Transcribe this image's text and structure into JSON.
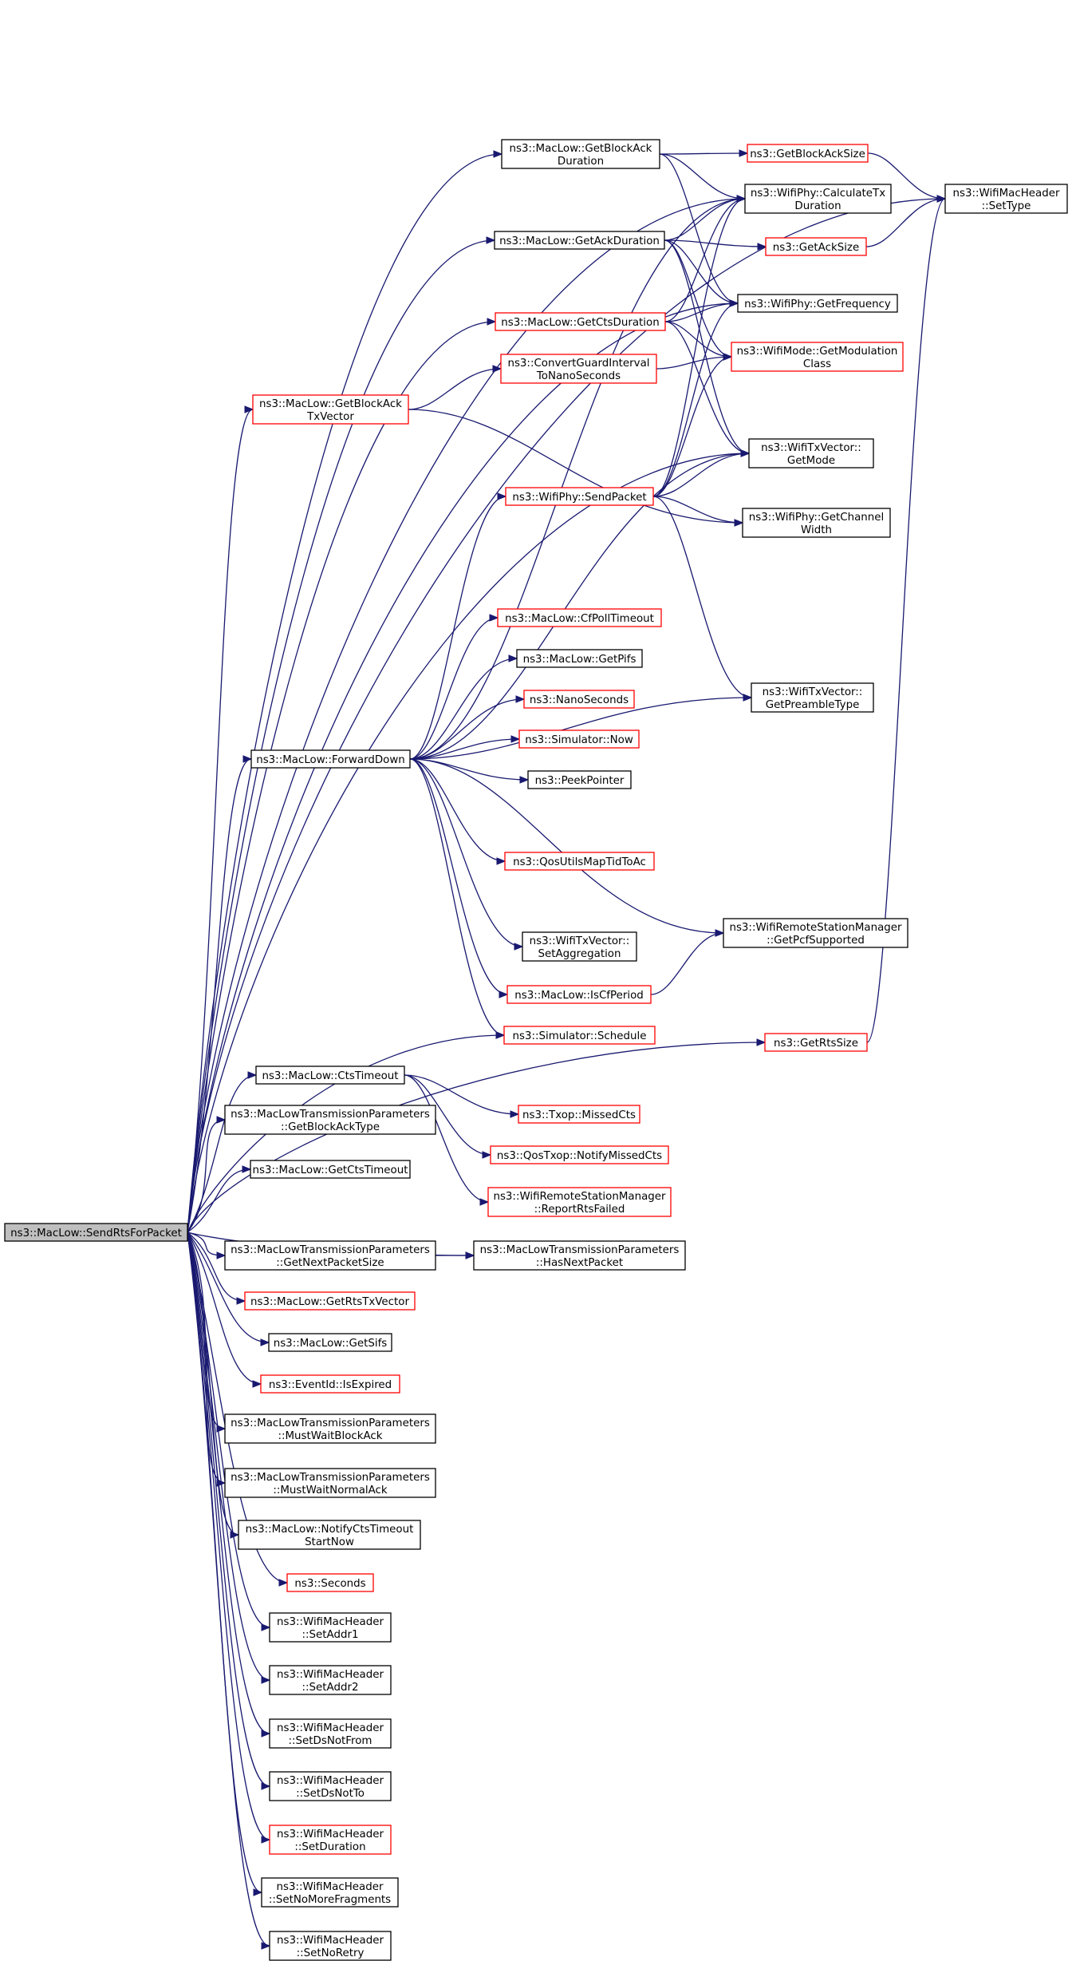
{
  "nodes": [
    {
      "id": "root",
      "lines": [
        "ns3::MacLow::SendRtsForPacket"
      ],
      "border": "root"
    },
    {
      "id": "getBlockAckDuration",
      "lines": [
        "ns3::MacLow::GetBlockAck",
        "Duration"
      ],
      "border": "normal"
    },
    {
      "id": "getBlockAckSize",
      "lines": [
        "ns3::GetBlockAckSize"
      ],
      "border": "red"
    },
    {
      "id": "setType",
      "lines": [
        "ns3::WifiMacHeader",
        "::SetType"
      ],
      "border": "normal"
    },
    {
      "id": "calculateTxDuration",
      "lines": [
        "ns3::WifiPhy::CalculateTx",
        "Duration"
      ],
      "border": "normal"
    },
    {
      "id": "getAckDuration",
      "lines": [
        "ns3::MacLow::GetAckDuration"
      ],
      "border": "normal"
    },
    {
      "id": "getAckSize",
      "lines": [
        "ns3::GetAckSize"
      ],
      "border": "red"
    },
    {
      "id": "getFrequency",
      "lines": [
        "ns3::WifiPhy::GetFrequency"
      ],
      "border": "normal"
    },
    {
      "id": "getCtsDuration",
      "lines": [
        "ns3::MacLow::GetCtsDuration"
      ],
      "border": "red"
    },
    {
      "id": "getModulationClass",
      "lines": [
        "ns3::WifiMode::GetModulation",
        "Class"
      ],
      "border": "red"
    },
    {
      "id": "convertGuard",
      "lines": [
        "ns3::ConvertGuardInterval",
        "ToNanoSeconds"
      ],
      "border": "red"
    },
    {
      "id": "getBlockAckTxVector",
      "lines": [
        "ns3::MacLow::GetBlockAck",
        "TxVector"
      ],
      "border": "red"
    },
    {
      "id": "getMode",
      "lines": [
        "ns3::WifiTxVector::",
        "GetMode"
      ],
      "border": "normal"
    },
    {
      "id": "sendPacket",
      "lines": [
        "ns3::WifiPhy::SendPacket"
      ],
      "border": "red"
    },
    {
      "id": "getChannelWidth",
      "lines": [
        "ns3::WifiPhy::GetChannel",
        "Width"
      ],
      "border": "normal"
    },
    {
      "id": "cfPollTimeout",
      "lines": [
        "ns3::MacLow::CfPollTimeout"
      ],
      "border": "red"
    },
    {
      "id": "getPifs",
      "lines": [
        "ns3::MacLow::GetPifs"
      ],
      "border": "normal"
    },
    {
      "id": "nanoSeconds",
      "lines": [
        "ns3::NanoSeconds"
      ],
      "border": "red"
    },
    {
      "id": "getPreambleType",
      "lines": [
        "ns3::WifiTxVector::",
        "GetPreambleType"
      ],
      "border": "normal"
    },
    {
      "id": "simulatorNow",
      "lines": [
        "ns3::Simulator::Now"
      ],
      "border": "red"
    },
    {
      "id": "forwardDown",
      "lines": [
        "ns3::MacLow::ForwardDown"
      ],
      "border": "normal"
    },
    {
      "id": "peekPointer",
      "lines": [
        "ns3::PeekPointer"
      ],
      "border": "normal"
    },
    {
      "id": "qosUtils",
      "lines": [
        "ns3::QosUtilsMapTidToAc"
      ],
      "border": "red"
    },
    {
      "id": "getPcfSupported",
      "lines": [
        "ns3::WifiRemoteStationManager",
        "::GetPcfSupported"
      ],
      "border": "normal"
    },
    {
      "id": "setAggregation",
      "lines": [
        "ns3::WifiTxVector::",
        "SetAggregation"
      ],
      "border": "normal"
    },
    {
      "id": "isCfPeriod",
      "lines": [
        "ns3::MacLow::IsCfPeriod"
      ],
      "border": "red"
    },
    {
      "id": "simulatorSchedule",
      "lines": [
        "ns3::Simulator::Schedule"
      ],
      "border": "red"
    },
    {
      "id": "getRtsSize",
      "lines": [
        "ns3::GetRtsSize"
      ],
      "border": "red"
    },
    {
      "id": "ctsTimeout",
      "lines": [
        "ns3::MacLow::CtsTimeout"
      ],
      "border": "normal"
    },
    {
      "id": "missedCts",
      "lines": [
        "ns3::Txop::MissedCts"
      ],
      "border": "red"
    },
    {
      "id": "getBlockAckType",
      "lines": [
        "ns3::MacLowTransmissionParameters",
        "::GetBlockAckType"
      ],
      "border": "normal"
    },
    {
      "id": "notifyMissedCts",
      "lines": [
        "ns3::QosTxop::NotifyMissedCts"
      ],
      "border": "red"
    },
    {
      "id": "getCtsTimeout",
      "lines": [
        "ns3::MacLow::GetCtsTimeout"
      ],
      "border": "normal"
    },
    {
      "id": "reportRtsFailed",
      "lines": [
        "ns3::WifiRemoteStationManager",
        "::ReportRtsFailed"
      ],
      "border": "red"
    },
    {
      "id": "getNextPacketSize",
      "lines": [
        "ns3::MacLowTransmissionParameters",
        "::GetNextPacketSize"
      ],
      "border": "normal"
    },
    {
      "id": "hasNextPacket",
      "lines": [
        "ns3::MacLowTransmissionParameters",
        "::HasNextPacket"
      ],
      "border": "normal"
    },
    {
      "id": "getRtsTxVector",
      "lines": [
        "ns3::MacLow::GetRtsTxVector"
      ],
      "border": "red"
    },
    {
      "id": "getSifs",
      "lines": [
        "ns3::MacLow::GetSifs"
      ],
      "border": "normal"
    },
    {
      "id": "isExpired",
      "lines": [
        "ns3::EventId::IsExpired"
      ],
      "border": "red"
    },
    {
      "id": "mustWaitBlockAck",
      "lines": [
        "ns3::MacLowTransmissionParameters",
        "::MustWaitBlockAck"
      ],
      "border": "normal"
    },
    {
      "id": "mustWaitNormalAck",
      "lines": [
        "ns3::MacLowTransmissionParameters",
        "::MustWaitNormalAck"
      ],
      "border": "normal"
    },
    {
      "id": "notifyCtsTimeout",
      "lines": [
        "ns3::MacLow::NotifyCtsTimeout",
        "StartNow"
      ],
      "border": "normal"
    },
    {
      "id": "seconds",
      "lines": [
        "ns3::Seconds"
      ],
      "border": "red"
    },
    {
      "id": "setAddr1",
      "lines": [
        "ns3::WifiMacHeader",
        "::SetAddr1"
      ],
      "border": "normal"
    },
    {
      "id": "setAddr2",
      "lines": [
        "ns3::WifiMacHeader",
        "::SetAddr2"
      ],
      "border": "normal"
    },
    {
      "id": "setDsNotFrom",
      "lines": [
        "ns3::WifiMacHeader",
        "::SetDsNotFrom"
      ],
      "border": "normal"
    },
    {
      "id": "setDsNotTo",
      "lines": [
        "ns3::WifiMacHeader",
        "::SetDsNotTo"
      ],
      "border": "normal"
    },
    {
      "id": "setDuration",
      "lines": [
        "ns3::WifiMacHeader",
        "::SetDuration"
      ],
      "border": "red"
    },
    {
      "id": "setNoMoreFragments",
      "lines": [
        "ns3::WifiMacHeader",
        "::SetNoMoreFragments"
      ],
      "border": "normal"
    },
    {
      "id": "setNoRetry",
      "lines": [
        "ns3::WifiMacHeader",
        "::SetNoRetry"
      ],
      "border": "normal"
    }
  ],
  "edges": [
    [
      "root",
      "setType"
    ],
    [
      "root",
      "calculateTxDuration"
    ],
    [
      "root",
      "getBlockAckDuration"
    ],
    [
      "root",
      "getAckDuration"
    ],
    [
      "root",
      "getFrequency"
    ],
    [
      "root",
      "getCtsDuration"
    ],
    [
      "root",
      "getBlockAckTxVector"
    ],
    [
      "root",
      "getMode"
    ],
    [
      "root",
      "forwardDown"
    ],
    [
      "root",
      "simulatorSchedule"
    ],
    [
      "root",
      "getRtsSize"
    ],
    [
      "root",
      "ctsTimeout"
    ],
    [
      "root",
      "getBlockAckType"
    ],
    [
      "root",
      "getCtsTimeout"
    ],
    [
      "root",
      "hasNextPacket"
    ],
    [
      "root",
      "getNextPacketSize"
    ],
    [
      "root",
      "getRtsTxVector"
    ],
    [
      "root",
      "getSifs"
    ],
    [
      "root",
      "isExpired"
    ],
    [
      "root",
      "mustWaitBlockAck"
    ],
    [
      "root",
      "mustWaitNormalAck"
    ],
    [
      "root",
      "notifyCtsTimeout"
    ],
    [
      "root",
      "seconds"
    ],
    [
      "root",
      "setAddr1"
    ],
    [
      "root",
      "setAddr2"
    ],
    [
      "root",
      "setDsNotFrom"
    ],
    [
      "root",
      "setDsNotTo"
    ],
    [
      "root",
      "setDuration"
    ],
    [
      "root",
      "setNoMoreFragments"
    ],
    [
      "root",
      "setNoRetry"
    ],
    [
      "getBlockAckDuration",
      "getBlockAckSize"
    ],
    [
      "getBlockAckDuration",
      "calculateTxDuration"
    ],
    [
      "getBlockAckDuration",
      "getFrequency"
    ],
    [
      "getBlockAckSize",
      "setType"
    ],
    [
      "getAckSize",
      "setType"
    ],
    [
      "getRtsSize",
      "setType"
    ],
    [
      "getAckDuration",
      "calculateTxDuration"
    ],
    [
      "getAckDuration",
      "getAckSize"
    ],
    [
      "getAckDuration",
      "getFrequency"
    ],
    [
      "getAckDuration",
      "getModulationClass"
    ],
    [
      "getAckDuration",
      "getMode"
    ],
    [
      "getCtsDuration",
      "calculateTxDuration"
    ],
    [
      "getCtsDuration",
      "getFrequency"
    ],
    [
      "getCtsDuration",
      "getModulationClass"
    ],
    [
      "getCtsDuration",
      "getMode"
    ],
    [
      "convertGuard",
      "getModulationClass"
    ],
    [
      "getBlockAckTxVector",
      "convertGuard"
    ],
    [
      "getBlockAckTxVector",
      "getChannelWidth"
    ],
    [
      "sendPacket",
      "calculateTxDuration"
    ],
    [
      "sendPacket",
      "getFrequency"
    ],
    [
      "sendPacket",
      "getModulationClass"
    ],
    [
      "sendPacket",
      "getMode"
    ],
    [
      "sendPacket",
      "getChannelWidth"
    ],
    [
      "sendPacket",
      "getPreambleType"
    ],
    [
      "forwardDown",
      "calculateTxDuration"
    ],
    [
      "forwardDown",
      "sendPacket"
    ],
    [
      "forwardDown",
      "getMode"
    ],
    [
      "forwardDown",
      "cfPollTimeout"
    ],
    [
      "forwardDown",
      "getPifs"
    ],
    [
      "forwardDown",
      "nanoSeconds"
    ],
    [
      "forwardDown",
      "simulatorNow"
    ],
    [
      "forwardDown",
      "peekPointer"
    ],
    [
      "forwardDown",
      "getPreambleType"
    ],
    [
      "forwardDown",
      "qosUtils"
    ],
    [
      "forwardDown",
      "getPcfSupported"
    ],
    [
      "forwardDown",
      "setAggregation"
    ],
    [
      "forwardDown",
      "isCfPeriod"
    ],
    [
      "forwardDown",
      "simulatorSchedule"
    ],
    [
      "isCfPeriod",
      "getPcfSupported"
    ],
    [
      "ctsTimeout",
      "missedCts"
    ],
    [
      "ctsTimeout",
      "notifyMissedCts"
    ],
    [
      "ctsTimeout",
      "reportRtsFailed"
    ],
    [
      "getNextPacketSize",
      "hasNextPacket"
    ]
  ]
}
